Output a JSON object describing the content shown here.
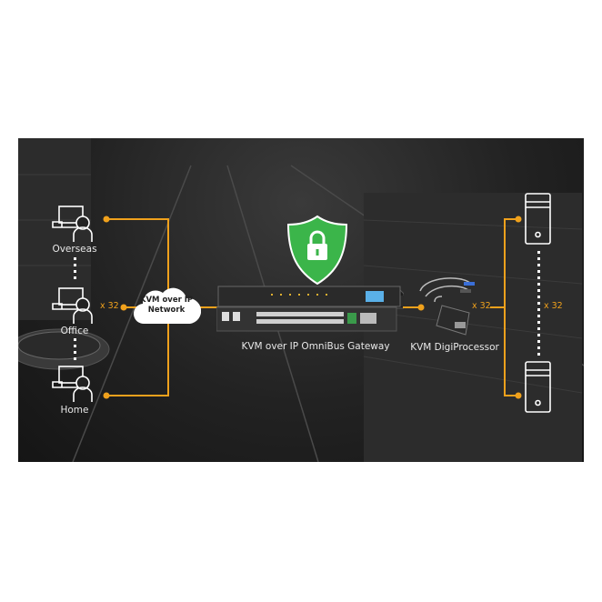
{
  "users": [
    {
      "label": "Overseas",
      "icon": "remote-user-icon"
    },
    {
      "label": "Office",
      "icon": "remote-user-icon"
    },
    {
      "label": "Home",
      "icon": "remote-user-icon"
    }
  ],
  "user_multiplier": "x 32",
  "network": {
    "line1": "KVM over IP",
    "line2": "Network"
  },
  "gateway": {
    "label": "KVM over IP OmniBus Gateway",
    "icon": "security-shield-lock-icon"
  },
  "digiprocessor": {
    "label": "KVM DigiProcessor",
    "multiplier": "x 32"
  },
  "servers": {
    "multiplier": "x 32",
    "icon": "server-tower-icon"
  },
  "colors": {
    "accent": "#f0a11c",
    "shield": "#3bb54a",
    "background": "#222222"
  }
}
